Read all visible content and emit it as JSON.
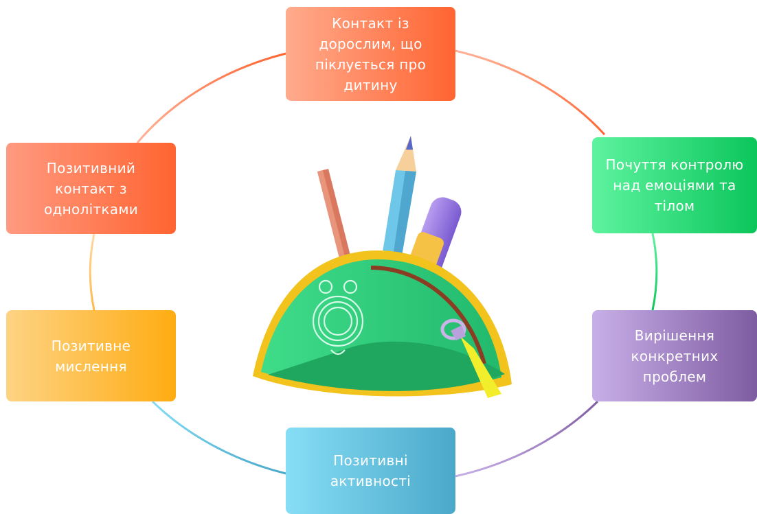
{
  "diagram": {
    "nodes": [
      {
        "id": "top",
        "label": "Контакт із дорослим, що піклується про дитину"
      },
      {
        "id": "tr",
        "label": "Почуття контролю над емоціями та тілом"
      },
      {
        "id": "br",
        "label": "Вирішення конкретних проблем"
      },
      {
        "id": "bottom",
        "label": "Позитивні активності"
      },
      {
        "id": "bl",
        "label": "Позитивне мислення"
      },
      {
        "id": "tl",
        "label": "Позитивний контакт з однолітками"
      }
    ],
    "center_image": "pencil-case-illustration",
    "colors": {
      "orange": "#ff6431",
      "green": "#0bc65b",
      "purple": "#7e5ca1",
      "blue": "#4ba8c9",
      "yellow": "#ffac12"
    }
  }
}
